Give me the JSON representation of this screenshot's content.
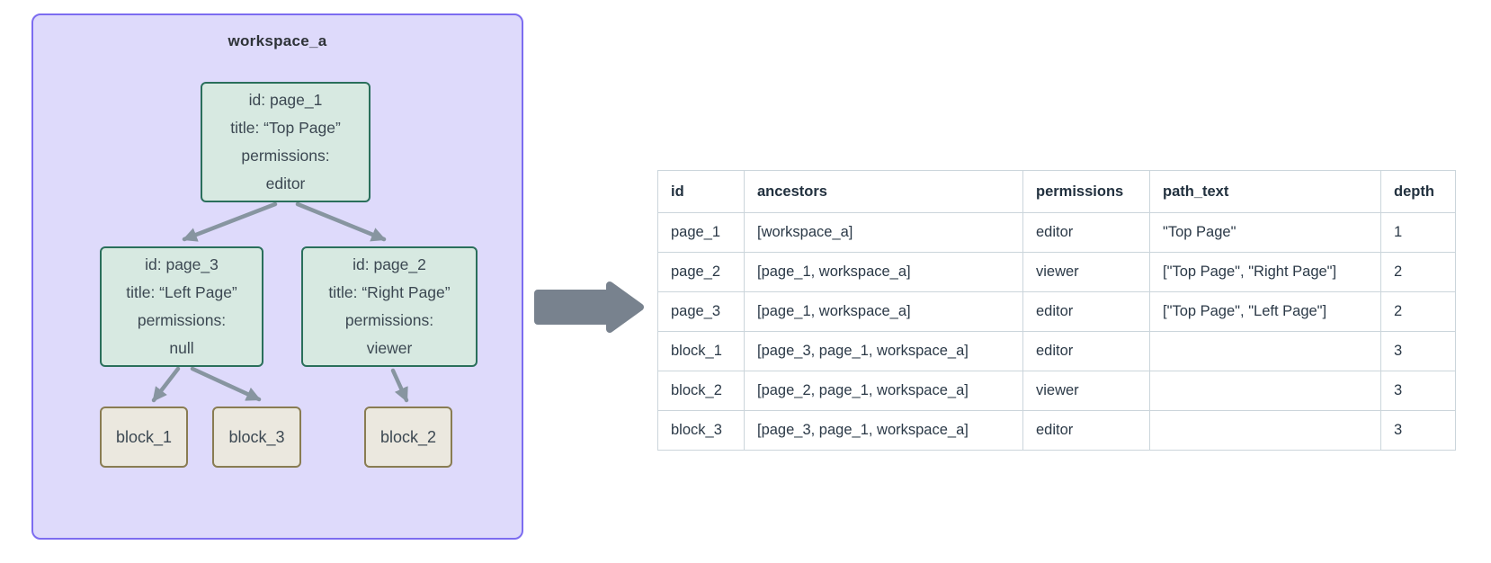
{
  "diagram": {
    "workspace_label": "workspace_a",
    "page_nodes": [
      {
        "name": "page_1",
        "lines": [
          "id: page_1",
          "title: “Top Page”",
          "permissions:",
          "editor"
        ]
      },
      {
        "name": "page_3",
        "lines": [
          "id: page_3",
          "title: “Left Page”",
          "permissions:",
          "null"
        ]
      },
      {
        "name": "page_2",
        "lines": [
          "id: page_2",
          "title: “Right Page”",
          "permissions:",
          "viewer"
        ]
      }
    ],
    "block_nodes": [
      {
        "label": "block_1"
      },
      {
        "label": "block_3"
      },
      {
        "label": "block_2"
      }
    ]
  },
  "transform_arrow": {
    "icon": "big-right-arrow-icon"
  },
  "table": {
    "headers": [
      "id",
      "ancestors",
      "permissions",
      "path_text",
      "depth"
    ],
    "rows": [
      [
        "page_1",
        "[workspace_a]",
        "editor",
        "\"Top Page\"",
        "1"
      ],
      [
        "page_2",
        "[page_1, workspace_a]",
        "viewer",
        "[\"Top Page\", \"Right Page\"]",
        "2"
      ],
      [
        "page_3",
        "[page_1, workspace_a]",
        "editor",
        "[\"Top Page\", \"Left Page\"]",
        "2"
      ],
      [
        "block_1",
        "[page_3, page_1, workspace_a]",
        "editor",
        "",
        "3"
      ],
      [
        "block_2",
        "[page_2, page_1, workspace_a]",
        "viewer",
        "",
        "3"
      ],
      [
        "block_3",
        "[page_3, page_1, workspace_a]",
        "editor",
        "",
        "3"
      ]
    ]
  },
  "colors": {
    "workspace_fill": "#dedafb",
    "workspace_border": "#7c6cf0",
    "page_node_fill": "#d7e9e1",
    "page_node_border": "#2a6f5b",
    "block_node_fill": "#ebe8df",
    "block_node_border": "#897c52",
    "tree_arrow": "#8795a0",
    "big_arrow": "#78828e",
    "table_border": "#cbd5db",
    "text_dark": "#2b3947"
  }
}
